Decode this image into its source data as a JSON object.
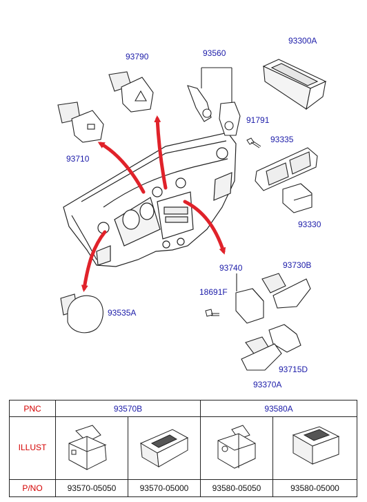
{
  "part_labels": {
    "p93790": "93790",
    "p93560": "93560",
    "p93300A": "93300A",
    "p93710": "93710",
    "p91791": "91791",
    "p93335": "93335",
    "p93330": "93330",
    "p93740": "93740",
    "p93730B": "93730B",
    "p18691F": "18691F",
    "p93535A": "93535A",
    "p93715D": "93715D",
    "p93370A": "93370A"
  },
  "table": {
    "headers": {
      "pnc": "PNC",
      "illust": "ILLUST",
      "pno": "P/NO"
    },
    "pnc_values": [
      "93570B",
      "93580A"
    ],
    "part_numbers": [
      "93570-05050",
      "93570-05000",
      "93580-05050",
      "93580-05000"
    ]
  },
  "colors": {
    "label_blue": "#1a1aa8",
    "header_red": "#d40000",
    "arrow_red": "#e0222a"
  }
}
